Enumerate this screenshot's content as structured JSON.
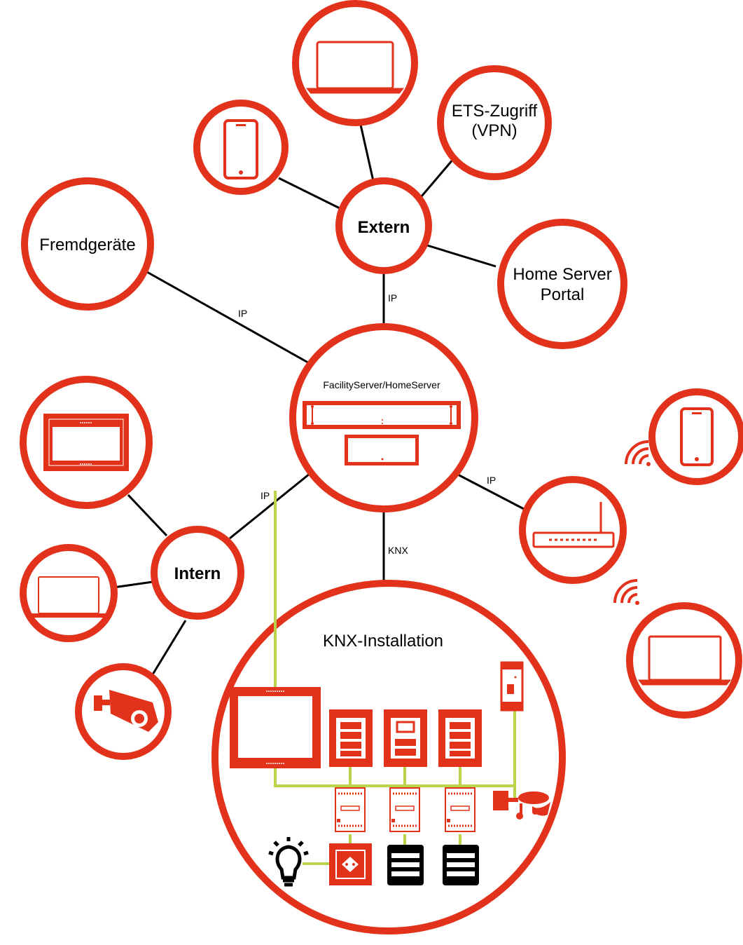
{
  "colors": {
    "accent": "#e3321b",
    "bus_green": "#b9d44a",
    "line": "#000000",
    "background": "#ffffff"
  },
  "nodes": {
    "extern": "Extern",
    "intern": "Intern",
    "fremdgeraete": "Fremdgeräte",
    "ets_line1": "ETS-Zugriff",
    "ets_line2": "(VPN)",
    "portal_line1": "Home Server",
    "portal_line2": "Portal",
    "server": "FacilityServer/HomeServer",
    "knx_installation": "KNX-Installation"
  },
  "connections": {
    "ip_fremd": "IP",
    "ip_extern": "IP",
    "ip_intern": "IP",
    "ip_router": "IP",
    "knx": "KNX"
  },
  "icons": [
    "laptop-icon",
    "smartphone-icon",
    "touch-panel-icon",
    "camera-icon",
    "wifi-router-icon",
    "wifi-signal-icon",
    "light-bulb-icon",
    "socket-icon",
    "blind-icon",
    "switch-actuator-icon",
    "push-button-icon",
    "weather-station-icon",
    "power-supply-icon",
    "server-rack-icon"
  ]
}
